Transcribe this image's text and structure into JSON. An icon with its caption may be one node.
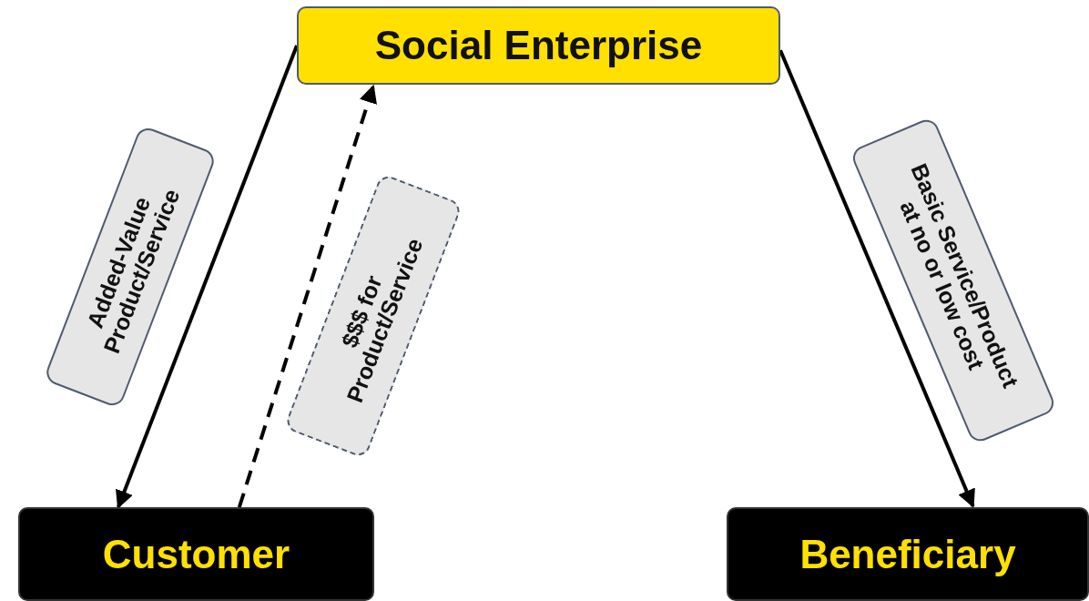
{
  "diagram": {
    "nodes": [
      {
        "text": [
          "Social Enterprise"
        ]
      },
      {
        "text": [
          "Customer"
        ]
      },
      {
        "text": [
          "Beneficiary"
        ]
      }
    ],
    "edges": [
      {
        "from": 0,
        "to": 1,
        "arrow": "to",
        "label": "Added-Value Product/Service"
      },
      {
        "from": 1,
        "to": 0,
        "arrow": "to",
        "style": "dashed",
        "label": "$$$ for Product/Service"
      },
      {
        "from": 0,
        "to": 2,
        "arrow": "to",
        "label": "Basic Service/Product at no or low cost"
      }
    ]
  }
}
